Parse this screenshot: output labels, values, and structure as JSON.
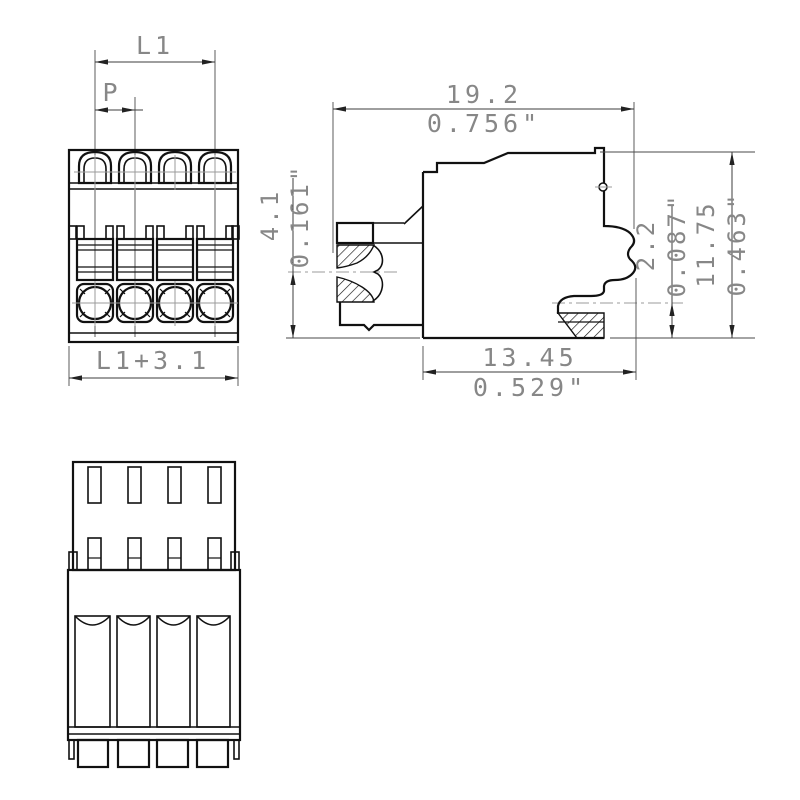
{
  "drawing": {
    "type": "technical-dimension-drawing",
    "subject": "4-pole-terminal-block-connector",
    "front_view": {
      "dims": {
        "pitch_span": "L1",
        "pitch": "P",
        "total_width": "L1+3.1"
      }
    },
    "side_view": {
      "dims": {
        "width_mm": "19.2",
        "width_in": "0.756\"",
        "entry_mm": "4.1",
        "entry_in": "0.161\"",
        "pin_mm": "2.2",
        "pin_in": "0.087\"",
        "height_mm": "11.75",
        "height_in": "0.463\"",
        "depth_mm": "13.45",
        "depth_in": "0.529\""
      }
    },
    "colors": {
      "line": "#111111",
      "dimension_text": "#878787",
      "centerline": "#9b9b9b",
      "background": "#ffffff"
    }
  }
}
